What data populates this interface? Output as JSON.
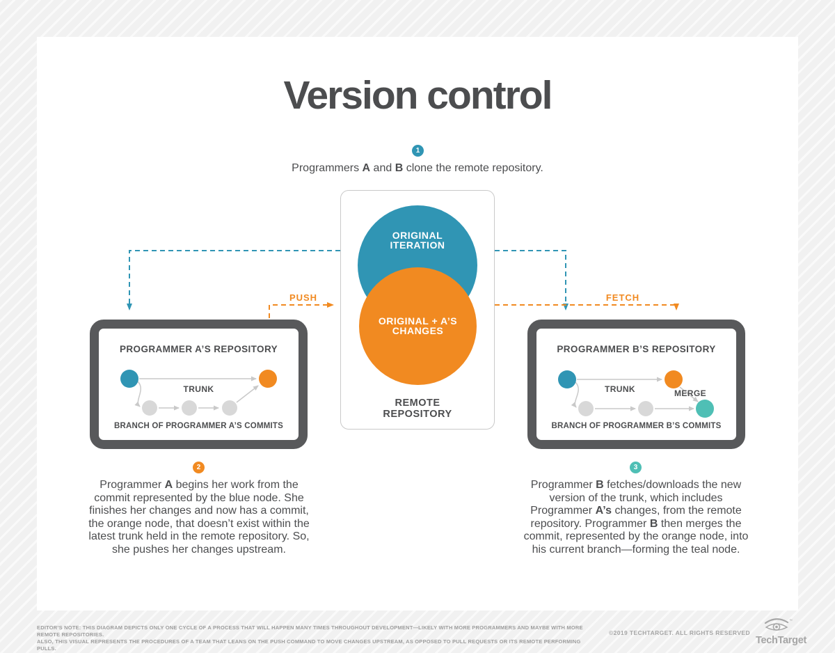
{
  "colors": {
    "blue": "#3095B4",
    "orange": "#F18A21",
    "teal": "#4FBFB5",
    "dark": "#4C4D4F",
    "frame": "#58595B",
    "nodegray": "#D8D8D8",
    "linegray": "#C9C9C9",
    "muted": "#9D9D9D",
    "cardborder": "#C9C9C9"
  },
  "title": "Version control",
  "steps": [
    {
      "num": "1",
      "text": "Programmers **A** and **B** clone the remote repository."
    },
    {
      "num": "2",
      "text": "Programmer **A** begins her work from the commit represented by the blue node. She finishes her changes and now has a commit, the orange node, that doesn’t exist within the latest trunk held in the remote repository. So, she pushes her changes upstream."
    },
    {
      "num": "3",
      "text": "Programmer **B** fetches/downloads the new version of the trunk, which includes Programmer **A’s** changes, from the remote repository. Programmer **B** then merges the commit, represented by the orange node, into his current branch—forming the teal node."
    }
  ],
  "remote_repository": {
    "top_circle_label": "ORIGINAL ITERATION",
    "bottom_circle_label": "ORIGINAL + A’S CHANGES",
    "caption": "REMOTE REPOSITORY"
  },
  "connectors": {
    "push": "PUSH",
    "fetch": "FETCH"
  },
  "repo_a": {
    "title": "PROGRAMMER A’S REPOSITORY",
    "trunk": "TRUNK",
    "branch": "BRANCH OF PROGRAMMER A’S COMMITS"
  },
  "repo_b": {
    "title": "PROGRAMMER B’S REPOSITORY",
    "trunk": "TRUNK",
    "merge": "MERGE",
    "branch": "BRANCH OF PROGRAMMER B’S COMMITS"
  },
  "footer": {
    "note_line1": "EDITOR’S NOTE: THIS DIAGRAM DEPICTS ONLY ONE CYCLE OF A PROCESS THAT WILL HAPPEN MANY TIMES THROUGHOUT DEVELOPMENT—LIKELY WITH MORE PROGRAMMERS AND MAYBE WITH MORE REMOTE REPOSITORIES.",
    "note_line2": "ALSO, THIS VISUAL REPRESENTS THE PROCEDURES OF A TEAM THAT LEANS ON THE PUSH COMMAND TO MOVE CHANGES UPSTREAM, AS OPPOSED TO PULL REQUESTS OR ITS REMOTE PERFORMING PULLS.",
    "copyright": "©2019 TECHTARGET. ALL RIGHTS RESERVED",
    "logo_text": "TechTarget",
    "logo_icon": "techtarget-eye-icon",
    "trademark": "™"
  }
}
